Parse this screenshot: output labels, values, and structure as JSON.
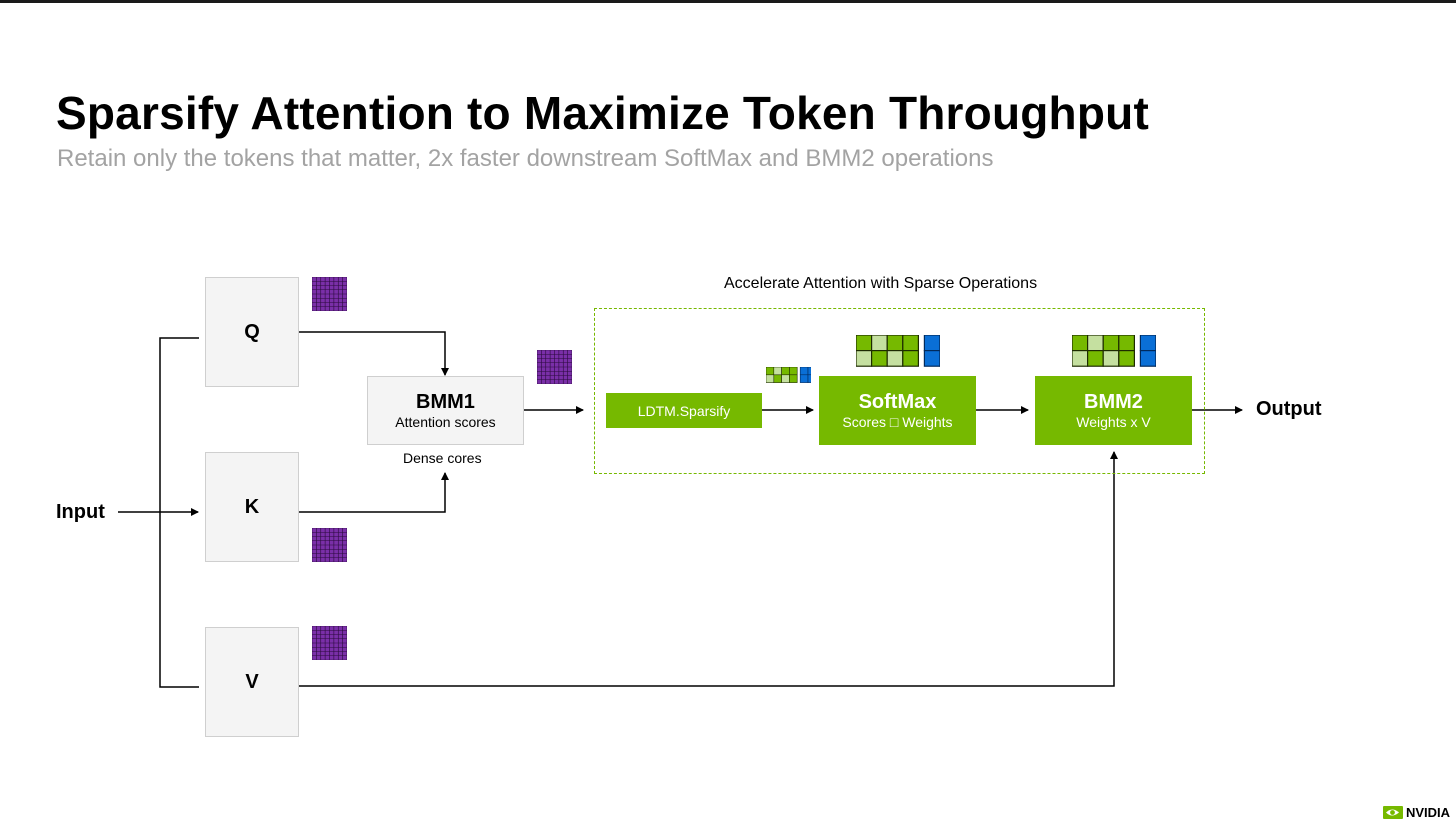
{
  "header": {
    "title": "Sparsify Attention to Maximize Token Throughput",
    "subtitle": "Retain only the tokens that matter, 2x faster downstream SoftMax and BMM2 operations"
  },
  "diagram": {
    "input_label": "Input",
    "output_label": "Output",
    "q_label": "Q",
    "k_label": "K",
    "v_label": "V",
    "bmm1": {
      "title": "BMM1",
      "subtitle": "Attention scores",
      "caption": "Dense cores"
    },
    "accel_title": "Accelerate Attention with Sparse Operations",
    "ldtm": {
      "label": "LDTM.Sparsify"
    },
    "softmax": {
      "title": "SoftMax",
      "subtitle": "Scores □ Weights"
    },
    "bmm2": {
      "title": "BMM2",
      "subtitle": "Weights x V"
    }
  },
  "brand": {
    "name": "NVIDIA"
  },
  "colors": {
    "nvidia_green": "#76b900",
    "light_green": "#c5e0a0",
    "matrix_purple": "#7a2fa8",
    "matrix_blue": "#0a6fd6",
    "box_gray": "#f4f4f4",
    "subtitle_gray": "#a3a3a3"
  }
}
